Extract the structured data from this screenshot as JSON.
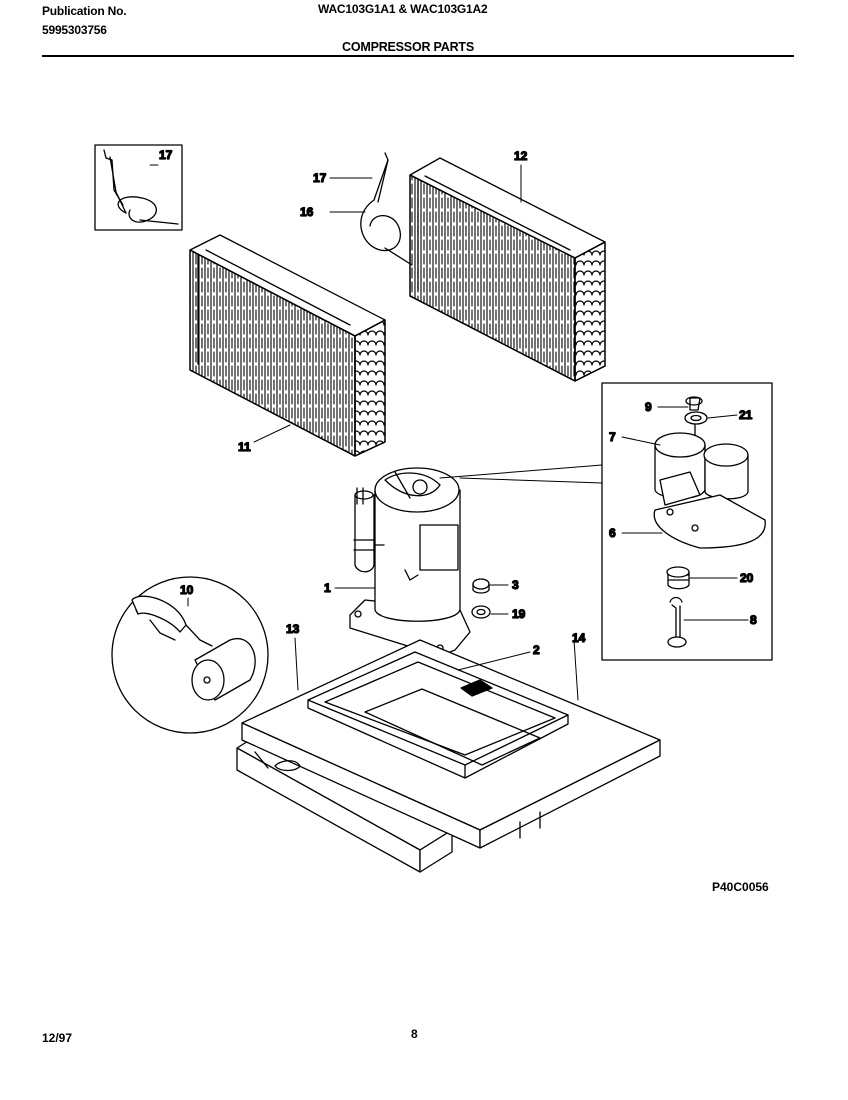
{
  "header": {
    "publication_label": "Publication No.",
    "publication_number": "5995303756",
    "models": "WAC103G1A1 & WAC103G1A2",
    "section_title": "COMPRESSOR PARTS"
  },
  "callouts": {
    "c1": "1",
    "c2": "2",
    "c3": "3",
    "c6": "6",
    "c7": "7",
    "c8": "8",
    "c9": "9",
    "c10": "10",
    "c11": "11",
    "c12": "12",
    "c13": "13",
    "c14": "14",
    "c16": "16",
    "c17_inset": "17",
    "c17": "17",
    "c19": "19",
    "c20": "20",
    "c21": "21"
  },
  "drawing_code": "P40C0056",
  "footer": {
    "date": "12/97",
    "page": "8"
  }
}
